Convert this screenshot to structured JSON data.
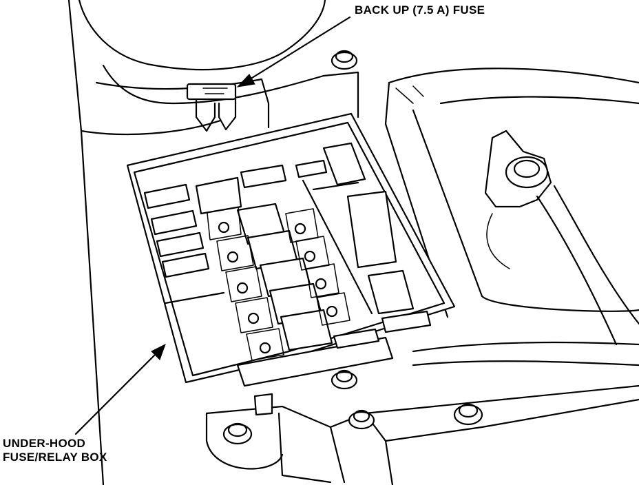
{
  "labels": {
    "backup_fuse": "BACK UP (7.5 A) FUSE",
    "underhood_line1": "UNDER-HOOD",
    "underhood_line2": "FUSE/RELAY BOX"
  },
  "colors": {
    "ink": "#000000",
    "background": "#ffffff"
  }
}
